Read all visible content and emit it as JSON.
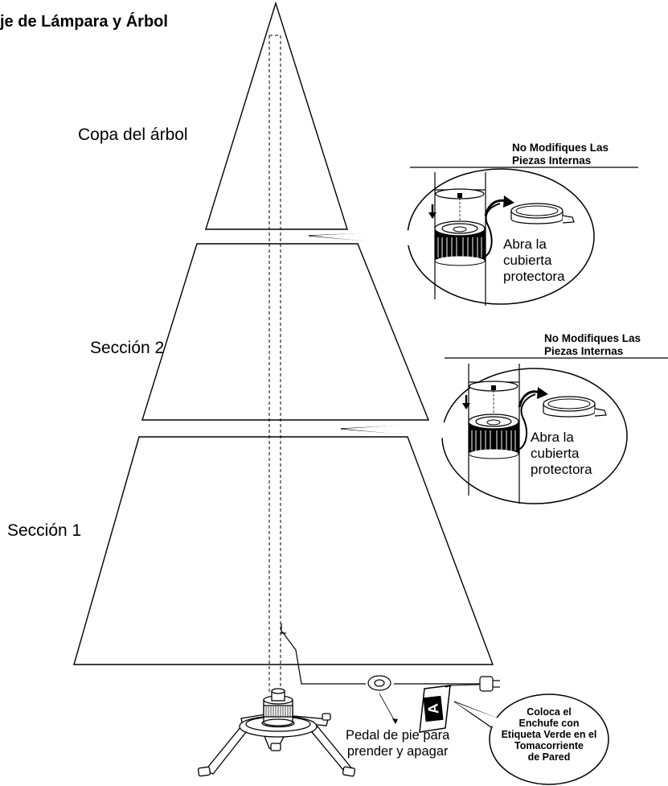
{
  "title": "je de Lámpara y Árbol",
  "labels": {
    "top": "Copa del árbol",
    "section2": "Sección 2",
    "section1": "Sección 1"
  },
  "callouts": [
    {
      "warning_line1": "No Modifiques Las",
      "warning_line2": "Piezas Internas",
      "text_line1": "Abra la",
      "text_line2": "cubierta",
      "text_line3": "protectora"
    },
    {
      "warning_line1": "No Modifiques Las",
      "warning_line2": "Piezas Internas",
      "text_line1": "Abra la",
      "text_line2": "cubierta",
      "text_line3": "protectora"
    }
  ],
  "pedal": {
    "line1": "Pedal de pie para",
    "line2": "prender y apagar"
  },
  "plug_tag_letter": "A",
  "plug_note": {
    "line1": "Coloca el",
    "line2": "Enchufe con",
    "line3": "Etiqueta Verde en el",
    "line4": "Tomacorriente",
    "line5": "de Pared"
  }
}
